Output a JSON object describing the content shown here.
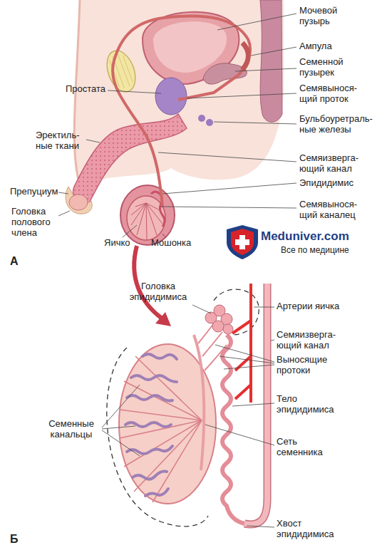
{
  "diagram": {
    "labels": [
      "Мочевой пузырь",
      "Ампула",
      "Семенной пузырек",
      "Простата",
      "Семявынося-щий проток",
      "Бульбоуретраль-ные железы",
      "Эректиль-ные ткани",
      "Семяизверга-ющий канал",
      "Эпидидимис",
      "Препуциум",
      "Семявынося-щий каналец",
      "Головка полового члена",
      "Яичко",
      "Мошонка",
      "А",
      "Meduniver.com",
      "Все по медицине",
      "Головка эпидидимиса",
      "Артерии яичка",
      "Семяизверга-ющий канал",
      "Выносящие протоки",
      "Тело эпидидимиса",
      "Семенные канальцы",
      "Сеть семенника",
      "Хвост эпидидимиса",
      "Б"
    ]
  }
}
